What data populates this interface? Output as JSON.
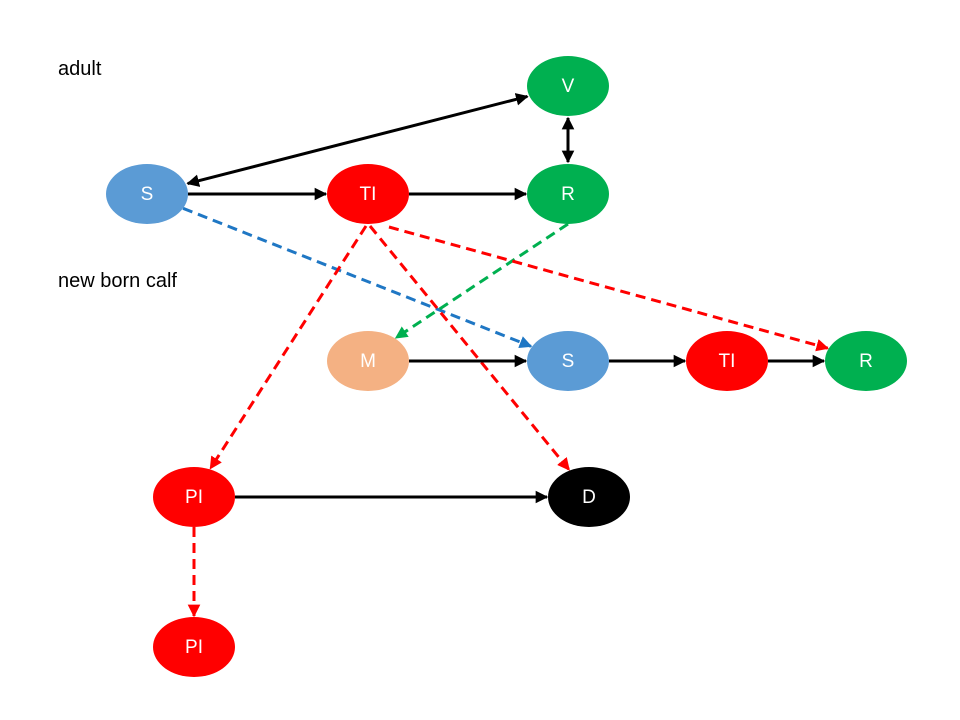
{
  "labels": {
    "adult": "adult",
    "calf": "new born calf"
  },
  "colors": {
    "susceptible": "#5b9bd5",
    "infected": "#ff0000",
    "recovered": "#00b050",
    "maternal": "#f4b183",
    "dead": "#000000",
    "solid_edge": "#000000",
    "blue_dashed": "#1f77c4",
    "green_dashed": "#00b050",
    "red_dashed": "#ff0000"
  },
  "nodes": [
    {
      "id": "adult-V",
      "label": "V",
      "color": "#00b050"
    },
    {
      "id": "adult-S",
      "label": "S",
      "color": "#5b9bd5"
    },
    {
      "id": "adult-TI",
      "label": "TI",
      "color": "#ff0000"
    },
    {
      "id": "adult-R",
      "label": "R",
      "color": "#00b050"
    },
    {
      "id": "calf-M",
      "label": "M",
      "color": "#f4b183"
    },
    {
      "id": "calf-S",
      "label": "S",
      "color": "#5b9bd5"
    },
    {
      "id": "calf-TI",
      "label": "TI",
      "color": "#ff0000"
    },
    {
      "id": "calf-R",
      "label": "R",
      "color": "#00b050"
    },
    {
      "id": "PI-1",
      "label": "PI",
      "color": "#ff0000"
    },
    {
      "id": "D",
      "label": "D",
      "color": "#000000"
    },
    {
      "id": "PI-2",
      "label": "PI",
      "color": "#ff0000"
    }
  ],
  "edges": [
    {
      "from": "adult-S",
      "to": "adult-V",
      "style": "solid",
      "color": "#000000",
      "bidirectional": true
    },
    {
      "from": "adult-V",
      "to": "adult-R",
      "style": "solid",
      "color": "#000000",
      "bidirectional": true
    },
    {
      "from": "adult-S",
      "to": "adult-TI",
      "style": "solid",
      "color": "#000000",
      "bidirectional": false
    },
    {
      "from": "adult-TI",
      "to": "adult-R",
      "style": "solid",
      "color": "#000000",
      "bidirectional": false
    },
    {
      "from": "adult-S",
      "to": "calf-S",
      "style": "dashed",
      "color": "#1f77c4",
      "bidirectional": false
    },
    {
      "from": "adult-R",
      "to": "calf-M",
      "style": "dashed",
      "color": "#00b050",
      "bidirectional": false
    },
    {
      "from": "adult-TI",
      "to": "calf-R",
      "style": "dashed",
      "color": "#ff0000",
      "bidirectional": false
    },
    {
      "from": "adult-TI",
      "to": "PI-1",
      "style": "dashed",
      "color": "#ff0000",
      "bidirectional": false
    },
    {
      "from": "adult-TI",
      "to": "D",
      "style": "dashed",
      "color": "#ff0000",
      "bidirectional": false
    },
    {
      "from": "calf-M",
      "to": "calf-S",
      "style": "solid",
      "color": "#000000",
      "bidirectional": false
    },
    {
      "from": "calf-S",
      "to": "calf-TI",
      "style": "solid",
      "color": "#000000",
      "bidirectional": false
    },
    {
      "from": "calf-TI",
      "to": "calf-R",
      "style": "solid",
      "color": "#000000",
      "bidirectional": false
    },
    {
      "from": "PI-1",
      "to": "D",
      "style": "solid",
      "color": "#000000",
      "bidirectional": false
    },
    {
      "from": "PI-1",
      "to": "PI-2",
      "style": "dashed",
      "color": "#ff0000",
      "bidirectional": false
    }
  ]
}
